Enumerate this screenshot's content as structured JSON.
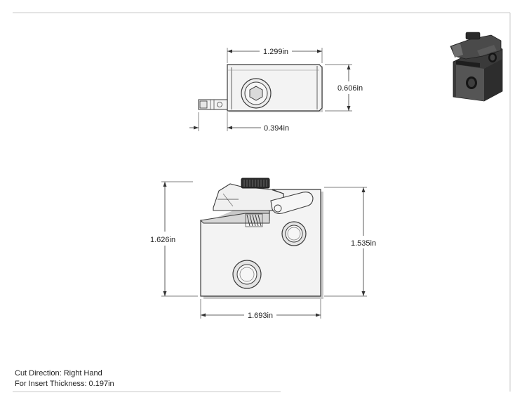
{
  "dimensions": {
    "top_width": "1.299in",
    "top_height": "0.606in",
    "top_offset": "0.394in",
    "front_left_height": "1.626in",
    "front_right_height": "1.535in",
    "front_width": "1.693in"
  },
  "notes": {
    "cut_direction": "Cut Direction: Right Hand",
    "insert_thickness": "For Insert Thickness: 0.197in"
  },
  "colors": {
    "line": "#3a3a3a",
    "part_fill": "#f2f2f2",
    "shadow": "#b8b8b8",
    "iso_body": "#3b3b3b",
    "iso_face": "#6a6a6a",
    "iso_dark": "#1e1e1e"
  }
}
